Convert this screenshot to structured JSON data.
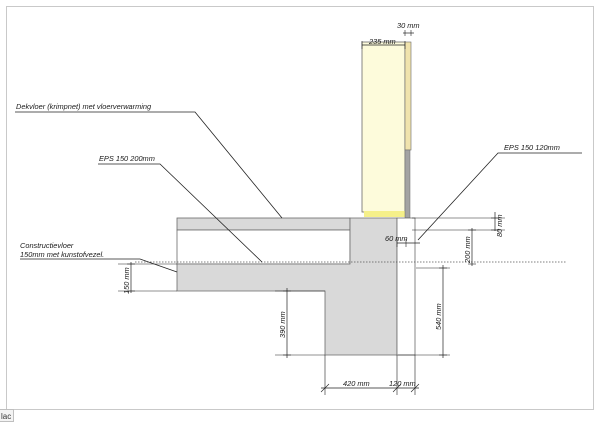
{
  "diagram": {
    "labels": {
      "dekvloer": "Dekvloer (krimpnet) met vloerverwarming",
      "eps200": "EPS 150 200mm",
      "eps120": "EPS 150 120mm",
      "constructie_line1": "Constructievloer",
      "constructie_line2": "150mm met kunstofvezel."
    },
    "dimensions": {
      "wall_insulation_thickness": "235 mm",
      "wall_finish_thickness": "30 mm",
      "dim_60": "60 mm",
      "dim_80": "80 mm",
      "dim_200": "200 mm",
      "dim_150": "150 mm",
      "dim_540": "540 mm",
      "dim_390": "390 mm",
      "dim_420": "420 mm",
      "dim_120": "120 mm"
    },
    "colors": {
      "concrete": "#d9d9d9",
      "insulation_panel": "#fdfbdb",
      "insulation_strip": "#f5f08a",
      "wall_finish": "#f0e3ad",
      "eps_layer": "#ffffff",
      "outline": "#5a5a5a"
    }
  },
  "footer": {
    "tab_label": "lac"
  }
}
